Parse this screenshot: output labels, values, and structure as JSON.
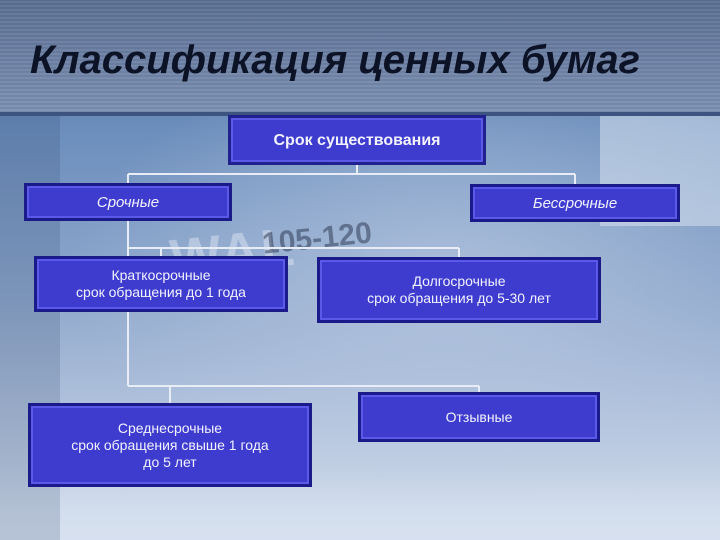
{
  "slide": {
    "title": "Классификация ценных бумаг"
  },
  "diagram": {
    "root": "Срок существования",
    "short_term": "Срочные",
    "perpetual": "Бессрочные",
    "short_term_period": {
      "line1": "Краткосрочные",
      "line2": "срок обращения до 1 года"
    },
    "long_term": {
      "line1": "Долгосрочные",
      "line2": "срок обращения до 5-30 лет"
    },
    "medium_term": {
      "line1": "Среднесрочные",
      "line2": "срок обращения свыше 1 года",
      "line3": "до 5 лет"
    },
    "callable": "Отзывные"
  },
  "background": {
    "watermark_text": "WAL",
    "watermark_sign": "105-120"
  },
  "colors": {
    "box_fill": "#3e3ccf",
    "box_border": "#1b1a8a",
    "connector": "#e8ecf6",
    "title_text": "#0d1326"
  }
}
